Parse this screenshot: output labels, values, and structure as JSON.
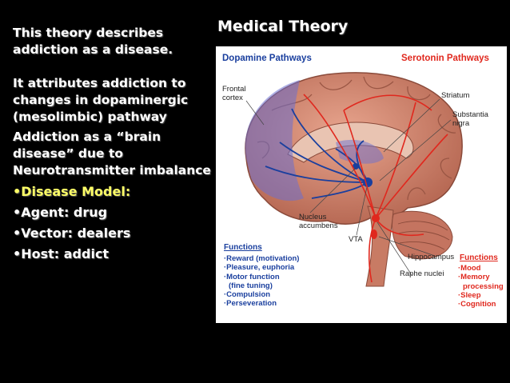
{
  "slide": {
    "title": "Medical Theory",
    "paragraphs": [
      "This theory describes addiction as a disease.",
      "It attributes addiction to changes in dopaminergic (mesolimbic) pathway",
      "Addiction as a “brain disease” due to Neurotransmitter imbalance"
    ],
    "bullets": [
      "•Disease Model:",
      "•Agent: drug",
      "•Vector: dealers",
      "•Host: addict"
    ],
    "colors": {
      "background": "#000000",
      "text": "#ffffff",
      "highlight": "#ffff66"
    }
  },
  "figure": {
    "dopamine_title": "Dopamine Pathways",
    "serotonin_title": "Serotonin Pathways",
    "labels": {
      "frontal_cortex": "Frontal cortex",
      "striatum": "Striatum",
      "substantia_nigra": "Substantia nigra",
      "nucleus_accumbens": "Nucleus accumbens",
      "vta": "VTA",
      "hippocampus": "Hippocampus",
      "raphe_nuclei": "Raphe nuclei"
    },
    "dopamine_functions": {
      "heading": "Functions",
      "items": [
        "·Reward (motivation)",
        "·Pleasure, euphoria",
        "·Motor function",
        "(fine tuning)",
        "·Compulsion",
        "·Perseveration"
      ]
    },
    "serotonin_functions": {
      "heading": "Functions",
      "items": [
        "·Mood",
        "·Memory",
        "processing",
        "·Sleep",
        "·Cognition"
      ]
    },
    "colors": {
      "dopamine": "#1a3f9e",
      "serotonin": "#e0281e",
      "brain": "#d98b73"
    }
  }
}
